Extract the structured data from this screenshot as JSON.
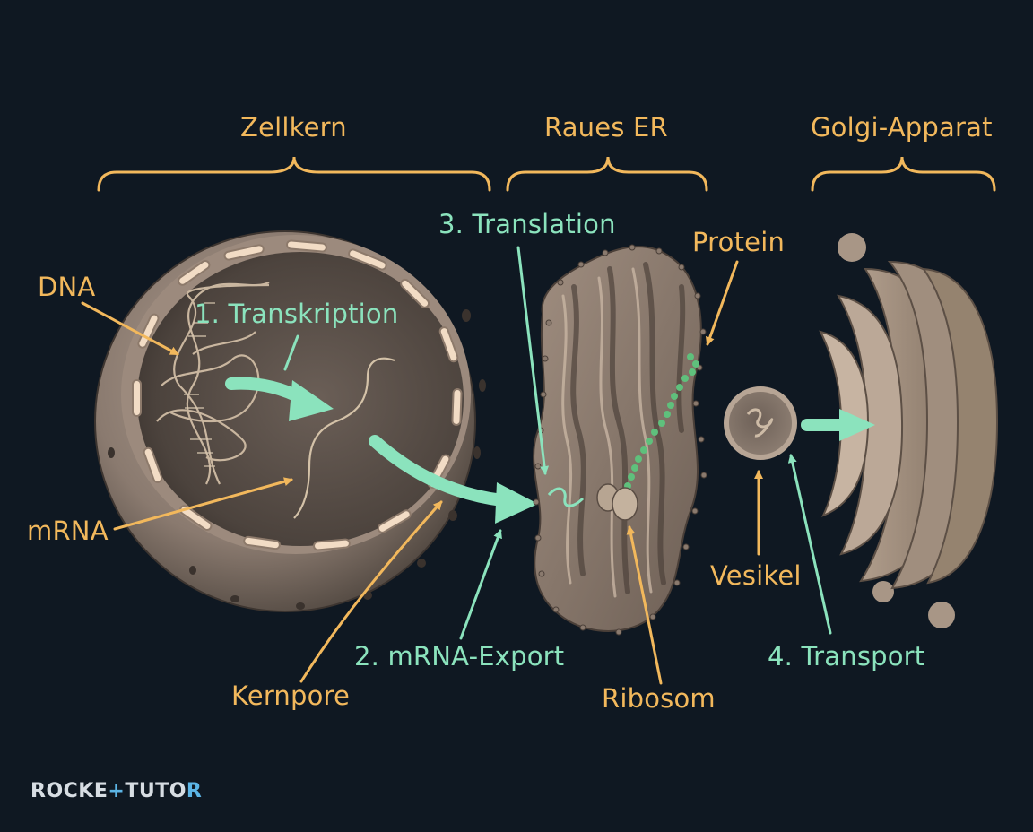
{
  "sections": {
    "nucleus": "Zellkern",
    "rough_er": "Raues ER",
    "golgi": "Golgi-Apparat"
  },
  "steps": {
    "transcription": "1. Transkription",
    "mrna_export": "2. mRNA-Export",
    "translation": "3. Translation",
    "transport": "4. Transport"
  },
  "structures": {
    "dna": "DNA",
    "mrna": "mRNA",
    "nuclear_pore": "Kernpore",
    "ribosome": "Ribosom",
    "protein": "Protein",
    "vesicle": "Vesikel"
  },
  "brand": {
    "part1": "ROCKE",
    "part2": "+",
    "part3": "TUTO",
    "part4": "R"
  },
  "colors": {
    "background": "#0f1822",
    "structure_label": "#f2b85c",
    "process_label": "#8be3bd",
    "arrow_mint": "#8be3bd"
  }
}
